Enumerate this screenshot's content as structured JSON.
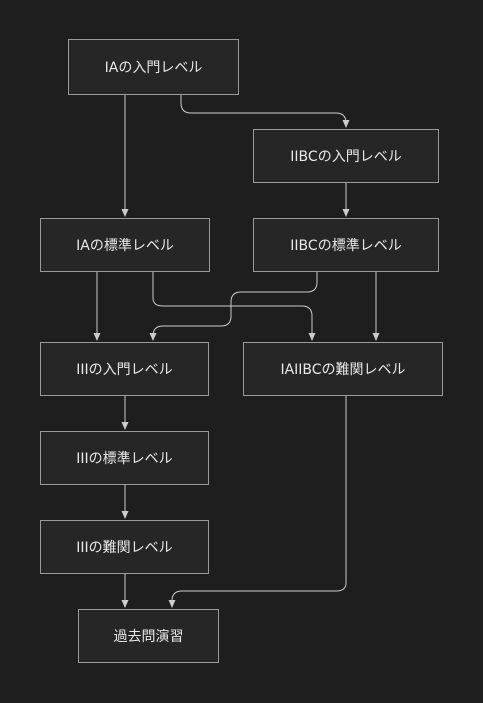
{
  "diagram": {
    "type": "flowchart",
    "nodes": [
      {
        "id": "ia_intro",
        "label": "IAの入門レベル"
      },
      {
        "id": "iibc_intro",
        "label": "IIBCの入門レベル"
      },
      {
        "id": "ia_std",
        "label": "IAの標準レベル"
      },
      {
        "id": "iibc_std",
        "label": "IIBCの標準レベル"
      },
      {
        "id": "iii_intro",
        "label": "IIIの入門レベル"
      },
      {
        "id": "iaiibc_hard",
        "label": "IAIIBCの難関レベル"
      },
      {
        "id": "iii_std",
        "label": "IIIの標準レベル"
      },
      {
        "id": "iii_hard",
        "label": "IIIの難関レベル"
      },
      {
        "id": "past",
        "label": "過去問演習"
      }
    ],
    "edges": [
      {
        "from": "ia_intro",
        "to": "ia_std"
      },
      {
        "from": "ia_intro",
        "to": "iibc_intro"
      },
      {
        "from": "iibc_intro",
        "to": "iibc_std"
      },
      {
        "from": "ia_std",
        "to": "iii_intro"
      },
      {
        "from": "ia_std",
        "to": "iaiibc_hard"
      },
      {
        "from": "iibc_std",
        "to": "iii_intro"
      },
      {
        "from": "iibc_std",
        "to": "iaiibc_hard"
      },
      {
        "from": "iii_intro",
        "to": "iii_std"
      },
      {
        "from": "iii_std",
        "to": "iii_hard"
      },
      {
        "from": "iii_hard",
        "to": "past"
      },
      {
        "from": "iaiibc_hard",
        "to": "past"
      }
    ],
    "colors": {
      "background": "#1e1e1e",
      "node_fill": "#262626",
      "node_border": "#9a9a9a",
      "text": "#e8e8e8",
      "edge": "#cccccc"
    }
  }
}
